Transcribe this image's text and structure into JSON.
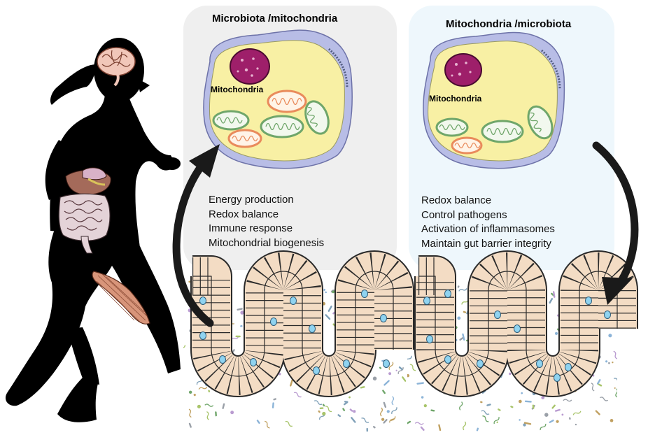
{
  "panels": {
    "left": {
      "title": "Microbiota /mitochondria",
      "organelle_label": "Mitochondria",
      "functions": [
        "Energy production",
        "Redox balance",
        "Immune response",
        "Mitochondrial biogenesis"
      ],
      "background": "#efefef"
    },
    "right": {
      "title": "Mitochondria /microbiota",
      "organelle_label": "Mitochondria",
      "functions": [
        "Redox balance",
        "Control pathogens",
        "Activation of inflammasomes",
        "Maintain gut barrier integrity"
      ],
      "background": "#eef7fc"
    }
  },
  "icons": {
    "runner": "runner-silhouette-icon",
    "brain": "brain-icon",
    "gut": "intestine-icon",
    "muscle": "muscle-icon",
    "cell": "cell-icon",
    "villi": "intestinal-villi-icon",
    "bacteria": "bacteria-icon",
    "arrow_up": "curved-arrow-up-icon",
    "arrow_down": "curved-arrow-down-icon"
  },
  "colors": {
    "cytoplasm": "#f8f0a4",
    "membrane": "#b8bde6",
    "nucleus": "#9e1f6a",
    "mito_orange": "#e98b5c",
    "mito_green": "#6fa66a",
    "arrow": "#1a1a1a",
    "villus_fill": "#f3dcc4",
    "goblet": "#8fd3f0"
  }
}
